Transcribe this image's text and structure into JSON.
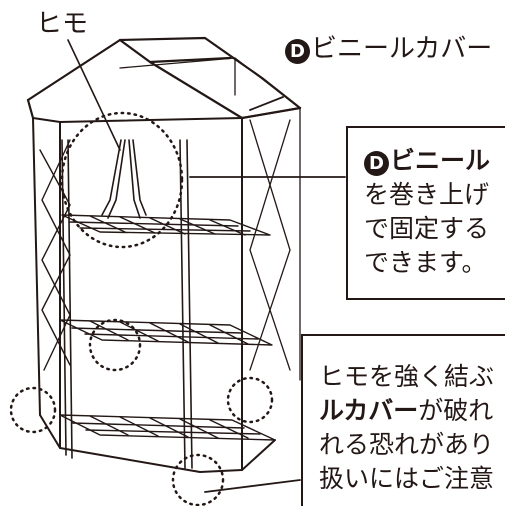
{
  "labels": {
    "himo": "ヒモ",
    "cover_mark": "D",
    "cover": "ビニールカバー"
  },
  "box1": {
    "mark": "D",
    "title": "ビニール",
    "line2": "を巻き上げ",
    "line3": "で固定する",
    "line4": "できます。"
  },
  "box2": {
    "line1": "ヒモを強く結ぶ",
    "line2_bold": "ルカバー",
    "line2_rest": "が破れ",
    "line3": "れる恐れがあり",
    "line4": "扱いにはご注意"
  },
  "colors": {
    "ink": "#231815",
    "paper": "#ffffff"
  }
}
